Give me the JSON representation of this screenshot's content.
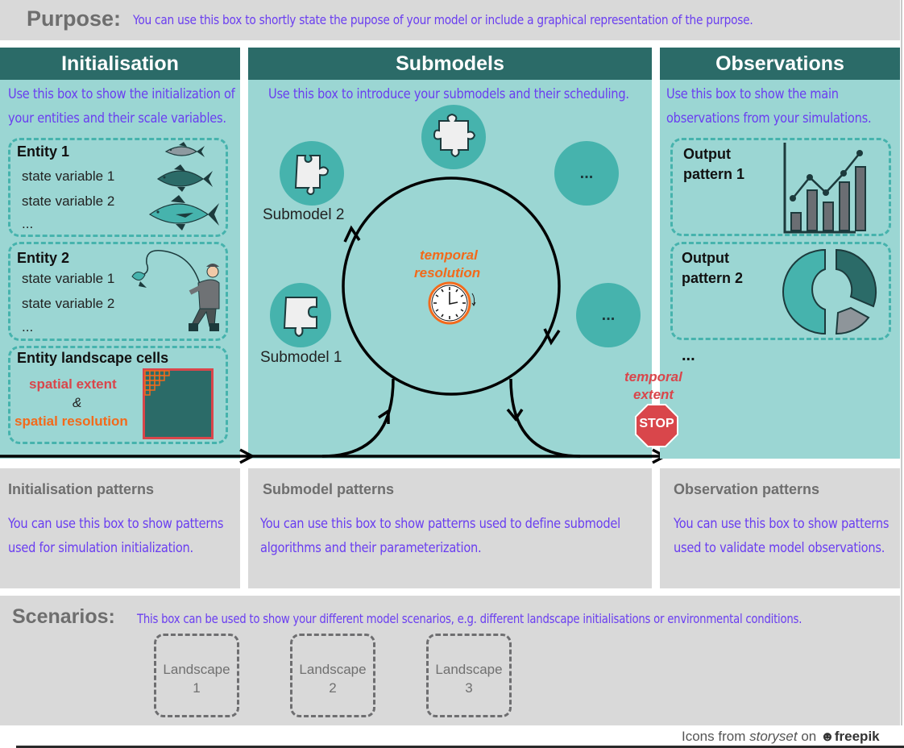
{
  "purpose": {
    "label": "Purpose:",
    "text": "You can use this box to shortly state the pupose of your model or include a graphical representation of the purpose."
  },
  "initialisation": {
    "title": "Initialisation",
    "description_line1": "Use this box to show the initialization of",
    "description_line2": "your entities and their scale variables.",
    "entity1": {
      "title": "Entity 1",
      "vars": [
        "state variable 1",
        "state variable 2",
        "..."
      ],
      "icon": "fish-icon"
    },
    "entity2": {
      "title": "Entity 2",
      "vars": [
        "state variable 1",
        "state variable 2",
        "..."
      ],
      "icon": "fisherman-icon"
    },
    "landscape": {
      "title": "Entity landscape cells",
      "spatial_extent": "spatial extent",
      "ampersand": "&",
      "spatial_resolution": "spatial resolution"
    }
  },
  "submodels": {
    "title": "Submodels",
    "description": "Use this box to introduce your submodels and their scheduling.",
    "items": [
      {
        "label": "Submodel 1",
        "icon": "puzzle-piece-icon"
      },
      {
        "label": "Submodel 2",
        "icon": "puzzle-piece-icon"
      },
      {
        "label": "",
        "icon": "puzzle-piece-icon"
      },
      {
        "label": "...",
        "icon": "ellipsis"
      },
      {
        "label": "...",
        "icon": "ellipsis"
      }
    ],
    "temporal_resolution_line1": "temporal",
    "temporal_resolution_line2": "resolution",
    "temporal_extent_line1": "temporal",
    "temporal_extent_line2": "extent",
    "stop_label": "STOP"
  },
  "observations": {
    "title": "Observations",
    "description_line1": "Use this box to show the main",
    "description_line2": "observations from your simulations.",
    "output1": {
      "title_line1": "Output",
      "title_line2": "pattern 1",
      "icon": "bar-line-chart-icon"
    },
    "output2": {
      "title_line1": "Output",
      "title_line2": "pattern 2",
      "icon": "donut-chart-icon"
    },
    "more": "..."
  },
  "patterns": {
    "initialisation": {
      "title": "Initialisation patterns",
      "line1": "You can use this box to show patterns",
      "line2": "used for simulation initialization."
    },
    "submodel": {
      "title": "Submodel patterns",
      "line1": "You can use this box to show patterns used to define submodel",
      "line2": "algorithms and their parameterization."
    },
    "observation": {
      "title": "Observation patterns",
      "line1": "You can use this box to show patterns",
      "line2": "used to validate model observations."
    }
  },
  "scenarios": {
    "label": "Scenarios:",
    "text": "This box can be used to show your different model scenarios, e.g. different landscape initialisations or environmental conditions.",
    "landscapes": [
      {
        "line1": "Landscape",
        "line2": "1"
      },
      {
        "line1": "Landscape",
        "line2": "2"
      },
      {
        "line1": "Landscape",
        "line2": "3"
      }
    ]
  },
  "credits": {
    "prefix": "Icons from ",
    "source": "storyset",
    "middle": " on ",
    "brand": "freepik"
  },
  "colors": {
    "header_teal": "#2b6b68",
    "body_teal": "#9bd6d3",
    "circle_teal": "#46b3ad",
    "hand_text_purple": "#6a3ef0",
    "spatial_extent_red": "#d9464b",
    "spatial_resolution_orange": "#f26a1b",
    "gray_panel": "#d9d9d9"
  }
}
